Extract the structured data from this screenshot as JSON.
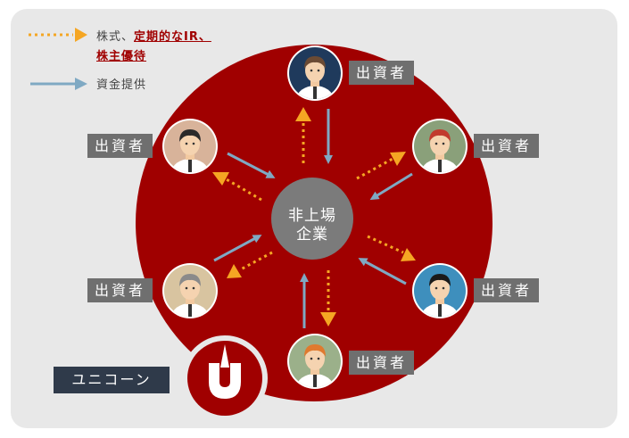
{
  "legend": {
    "dotted_prefix": "株式、",
    "dotted_red_line1": "定期的なIR、",
    "dotted_red_line2": "株主優待",
    "solid_text": "資金提供"
  },
  "center": {
    "line1": "非上場",
    "line2": "企業"
  },
  "investor_label": "出資者",
  "unicorn_label": "ユニコーン",
  "colors": {
    "background_panel": "#e8e8e8",
    "big_circle": "#a00000",
    "center_circle": "#7b7b7b",
    "dotted_arrow": "#f5a623",
    "solid_arrow": "#7fa9c3",
    "label_bg": "#6f6f6f",
    "unicorn_bg": "#2f3a4a"
  },
  "investors": [
    {
      "id": "top",
      "avatar_bg": "#1f3a5c",
      "hair": "#6b4b34"
    },
    {
      "id": "upper-left",
      "avatar_bg": "#d8b39a",
      "hair": "#2a2a2a"
    },
    {
      "id": "upper-right",
      "avatar_bg": "#8aa07a",
      "hair": "#c23a2e"
    },
    {
      "id": "lower-left",
      "avatar_bg": "#d8c4a0",
      "hair": "#8a8a8a"
    },
    {
      "id": "lower-right",
      "avatar_bg": "#3e8fbd",
      "hair": "#1a1a1a"
    },
    {
      "id": "bottom",
      "avatar_bg": "#9bb08a",
      "hair": "#e07a2e"
    }
  ]
}
